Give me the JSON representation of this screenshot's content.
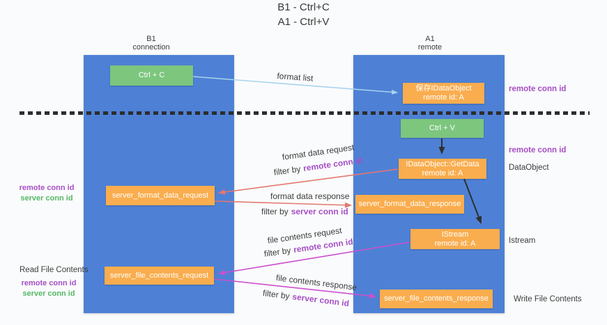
{
  "diagram": {
    "title_line1": "B1 - Ctrl+C",
    "title_line2": "A1 - Ctrl+V"
  },
  "columns": {
    "b1_name": "B1",
    "b1_subtitle": "connection",
    "a1_name": "A1",
    "a1_subtitle": "remote"
  },
  "boxes": {
    "ctrl_c": "Ctrl + C",
    "ctrl_v": "Ctrl + V",
    "save_dataobject_line1": "保存IDataObject",
    "save_dataobject_line2": "remote id: A",
    "getdata_line1": "IDataObject::GetData",
    "getdata_line2": "remote id: A",
    "istream_line1": "IStream",
    "istream_line2": "remote id: A",
    "format_request": "server_format_data_request",
    "format_response": "server_format_data_response",
    "file_request": "server_file_contents_request",
    "file_response": "server_file_contents_response"
  },
  "labels": {
    "format_list": "format list",
    "format_data_request": "format data request",
    "format_data_response": "format data response",
    "file_contents_request": "file contents request",
    "file_contents_response": "file contents response",
    "filter_by": "filter by",
    "remote_conn_id": "remote conn id",
    "server_conn_id": "server conn id",
    "read_file_contents": "Read File Contents",
    "write_file_contents": "Write File Contents",
    "dataobject": "DataObject",
    "istream": "Istream"
  },
  "colors": {
    "column_blue": "#4e81d5",
    "box_green": "#7cc67e",
    "box_orange": "#f9ad4e",
    "arrow_blue": "#a9d3ef",
    "arrow_black": "#2f2f2f",
    "arrow_salmon": "#e4776f",
    "arrow_magenta": "#cb50ce",
    "text_purple": "#a54fc4",
    "text_green": "#56b766"
  }
}
